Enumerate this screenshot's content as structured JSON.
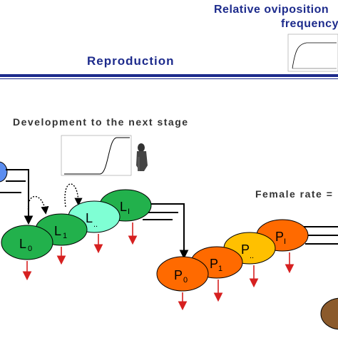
{
  "header": {
    "oviposition_line1": "Relative oviposition",
    "oviposition_line2": "frequency",
    "section_title": "Reproduction"
  },
  "labels": {
    "development": "Development to the next stage",
    "female_rate": "Female rate ="
  },
  "colors": {
    "title_blue": "#1d2b8c",
    "larva_green": "#22b14c",
    "larva_cyan": "#7fffd4",
    "pupa_orange": "#ff6a00",
    "pupa_yellow": "#ffc000",
    "egg_blue": "#5b8def",
    "adult_brown": "#8b5a2b",
    "arrow_red": "#d62020"
  },
  "nodes": {
    "L0": {
      "main": "L",
      "sub": "0"
    },
    "L1": {
      "main": "L",
      "sub": "1"
    },
    "Ldots": {
      "main": "L",
      "sub": ".."
    },
    "LI": {
      "main": "L",
      "sub": "I"
    },
    "P0": {
      "main": "P",
      "sub": "0"
    },
    "P1": {
      "main": "P",
      "sub": "1"
    },
    "Pdots": {
      "main": "P",
      "sub": ".."
    },
    "PI": {
      "main": "P",
      "sub": "I"
    }
  },
  "icons": [
    "person-icon"
  ]
}
